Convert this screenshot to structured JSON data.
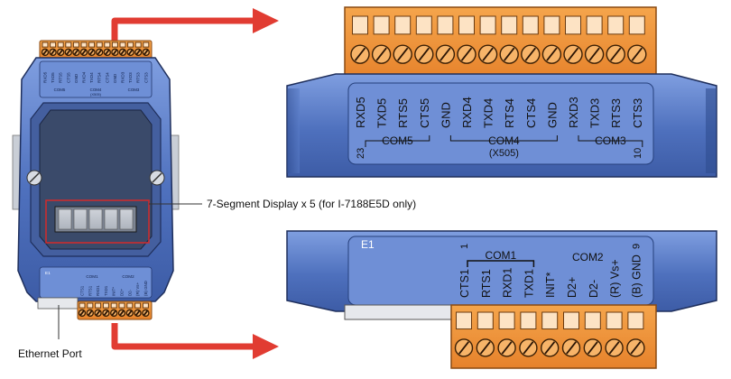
{
  "top_panel": {
    "pins": [
      "RXD5",
      "TXD5",
      "RTS5",
      "CTS5",
      "GND",
      "RXD4",
      "TXD4",
      "RTS4",
      "CTS4",
      "GND",
      "RXD3",
      "TXD3",
      "RTS3",
      "CTS3"
    ],
    "start_pin": "23",
    "end_pin": "10",
    "com5": "COM5",
    "com4": "COM4",
    "com4_sub": "(X505)",
    "com3": "COM3"
  },
  "bottom_panel": {
    "model": "E1",
    "pins": [
      "CTS1",
      "RTS1",
      "RXD1",
      "TXD1",
      "INIT*",
      "D2+",
      "D2-",
      "(R) Vs+",
      "(B) GND"
    ],
    "start_pin": "1",
    "end_pin": "9",
    "com1": "COM1",
    "com2": "COM2"
  },
  "device": {
    "small_top_pins": [
      "RXD5",
      "TXD5",
      "RTS5",
      "CTS5",
      "GND",
      "RXD4",
      "TXD4",
      "RTS4",
      "CTS4",
      "GND",
      "RXD3",
      "TXD3",
      "RTS3",
      "CTS3"
    ],
    "small_com5": "COM5",
    "small_com4": "COM4",
    "small_com4_sub": "(X505)",
    "small_com3": "COM3",
    "small_bottom_pins": [
      "CTS1",
      "RTS1",
      "RXD1",
      "TXD1",
      "INIT*",
      "D2+",
      "D2-",
      "(R) Vs+",
      "(B) GND"
    ],
    "small_model": "E1",
    "small_com1": "COM1",
    "small_com2": "COM2"
  },
  "callouts": {
    "display": "7-Segment Display x 5 (for I-7188E5D only)",
    "ethernet": "Ethernet Port"
  },
  "colors": {
    "connector_orange": "#ef9237",
    "panel_blue": "#5a7dc8",
    "arrow_red": "#e13c32",
    "callout_red": "#d42a2a"
  }
}
